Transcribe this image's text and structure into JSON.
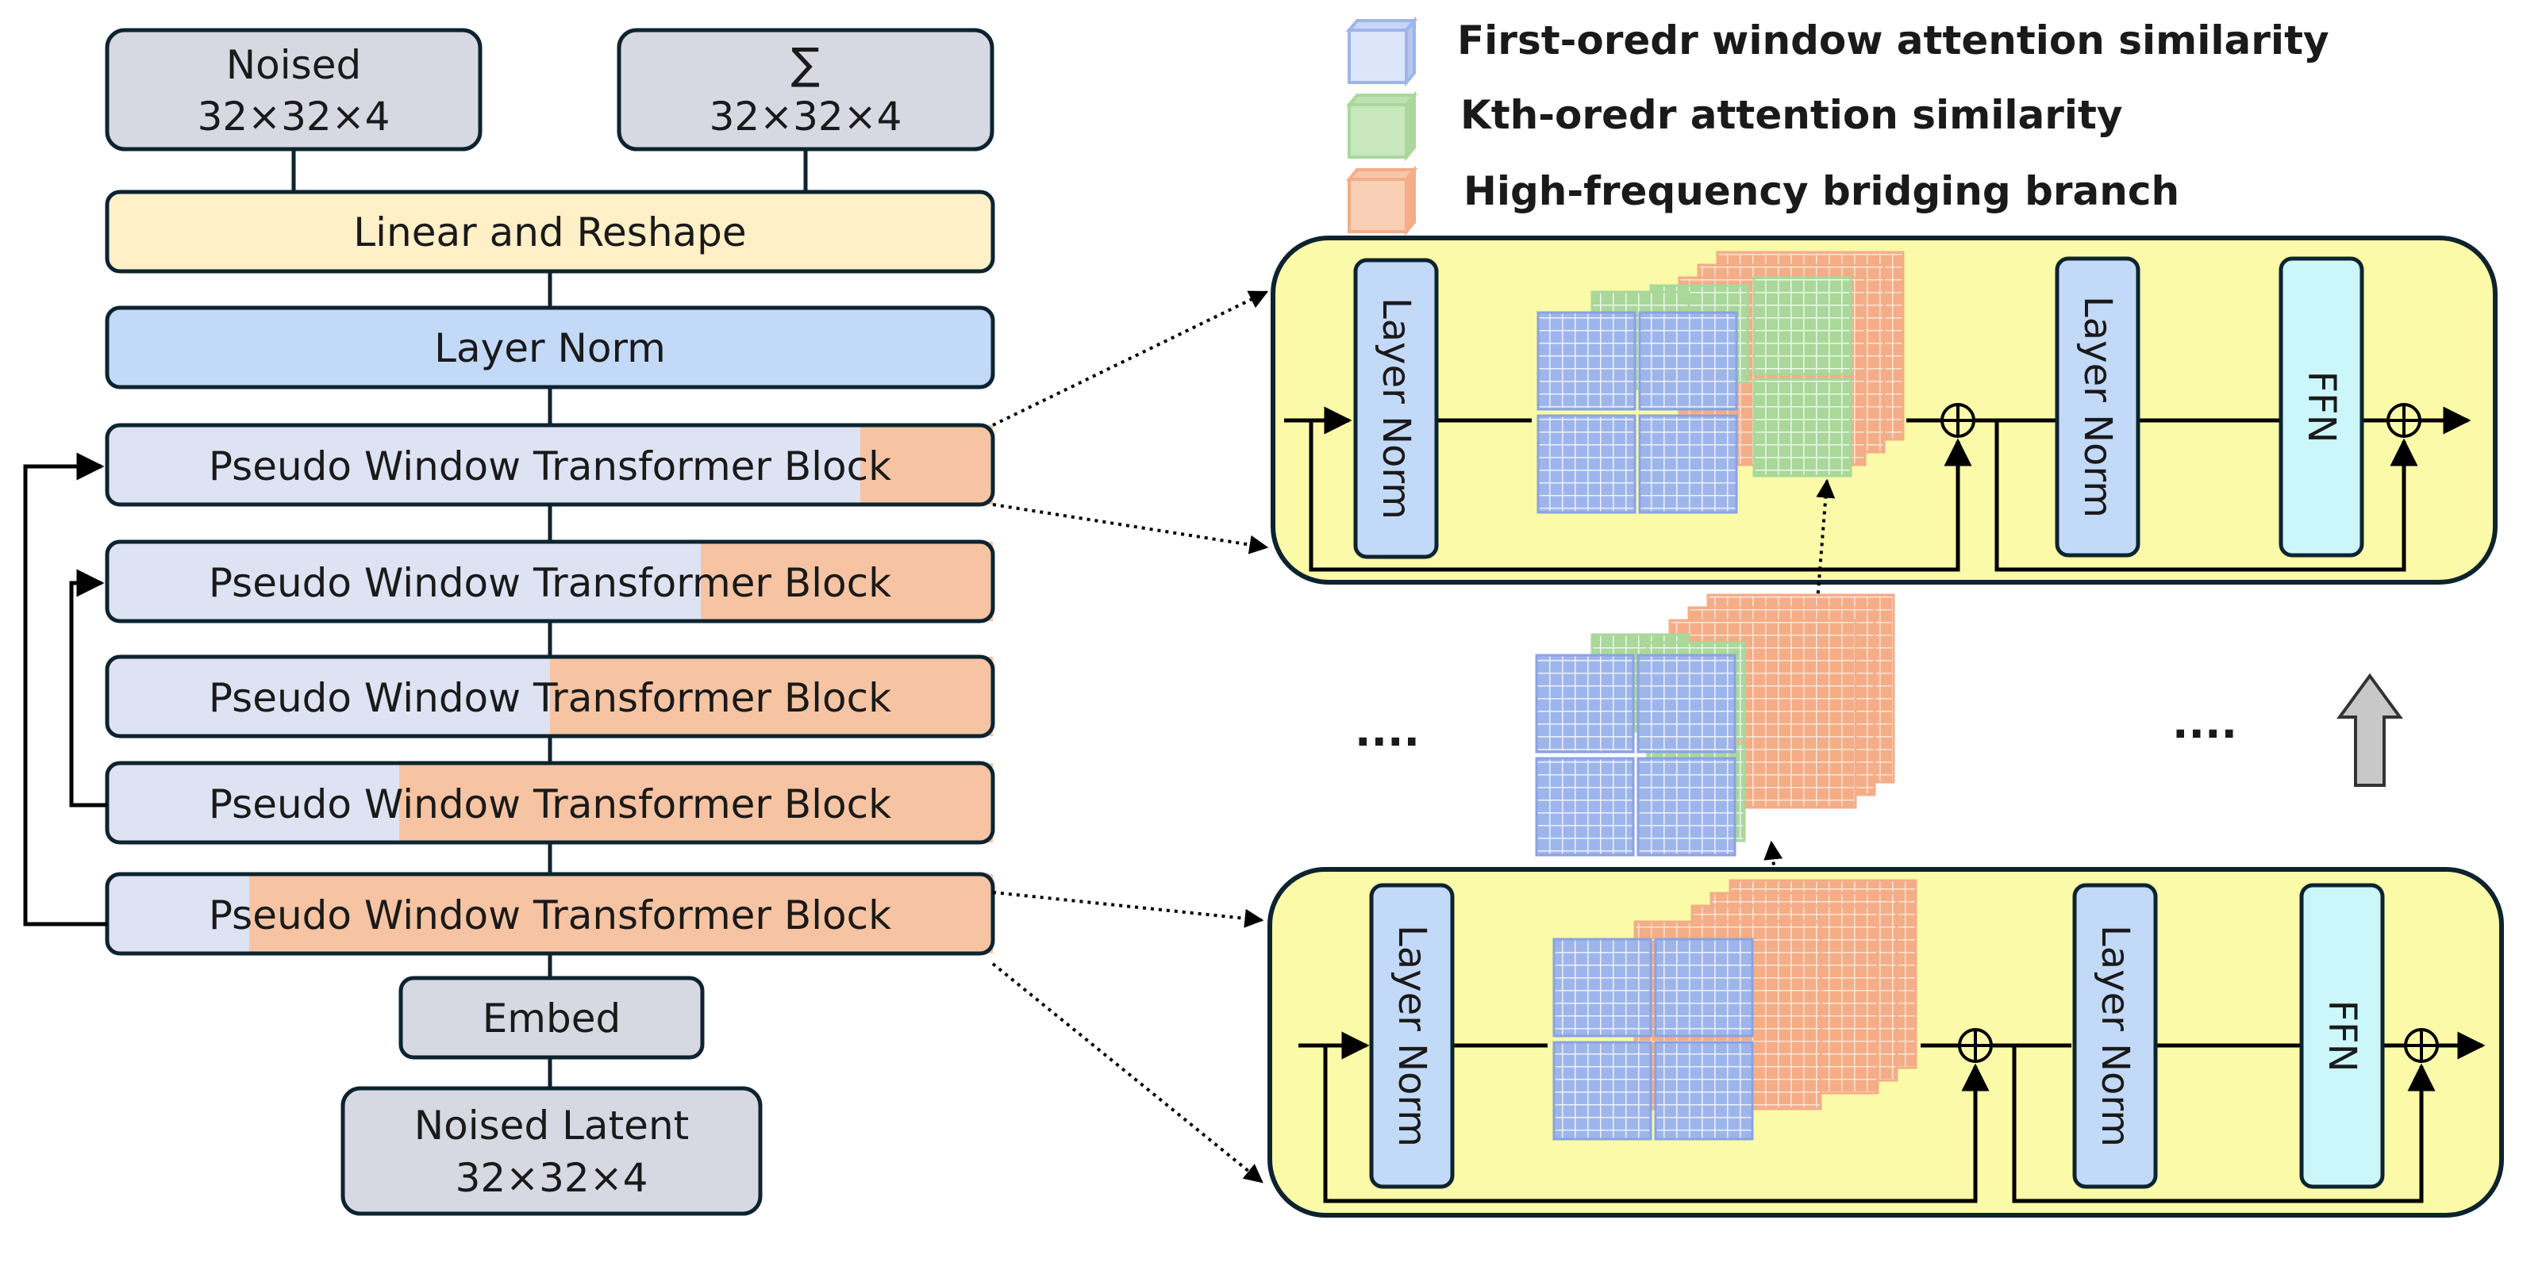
{
  "colors": {
    "gray_box": "#d6d8e2",
    "yellow_box": "#fff0c8",
    "blue_box": "#c3d9f8",
    "pwt_light": "#dde3f3",
    "pwt_orange": "#f6c4a2",
    "panel_yellow": "#fafaa8",
    "ffn_cyan": "#ccf7fa",
    "cube_blue": "#9eb5ec",
    "cube_green": "#a9d89a",
    "cube_orange": "#f4ad86",
    "stroke": "#0d2330"
  },
  "inputs": {
    "noised_title": "Noised",
    "noised_dims": "32×32×4",
    "sigma_title": "∑",
    "sigma_dims": "32×32×4"
  },
  "stack": {
    "linear_reshape": "Linear and Reshape",
    "layer_norm": "Layer Norm",
    "blocks": [
      {
        "label": "Pseudo Window Transformer Block",
        "orange_fraction": 0.15
      },
      {
        "label": "Pseudo Window Transformer Block",
        "orange_fraction": 0.33
      },
      {
        "label": "Pseudo Window Transformer Block",
        "orange_fraction": 0.5
      },
      {
        "label": "Pseudo Window Transformer Block",
        "orange_fraction": 0.67
      },
      {
        "label": "Pseudo Window Transformer Block",
        "orange_fraction": 0.84
      }
    ],
    "embed": "Embed",
    "latent_title": "Noised Latent",
    "latent_dims": "32×32×4"
  },
  "legend": [
    {
      "label": "First-oredr window attention similarity",
      "color": "cube_blue"
    },
    {
      "label": "Kth-oredr attention similarity",
      "color": "cube_green"
    },
    {
      "label": "High-frequency bridging branch",
      "color": "cube_orange"
    }
  ],
  "detail": {
    "layer_norm_label": "Layer Norm",
    "ffn_label": "FFN",
    "ellipsis": "...."
  }
}
